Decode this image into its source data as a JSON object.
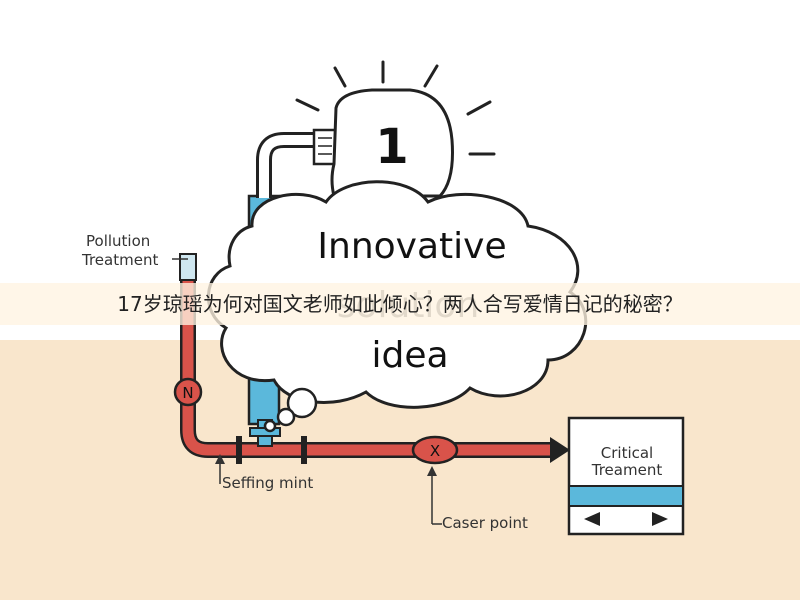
{
  "headline": "17岁琼瑶为何对国文老师如此倾心？两人合写爱情日记的秘密？",
  "diagram": {
    "bulb_number": "1",
    "cloud_line1": "Innovative",
    "cloud_line2": "solution",
    "cloud_line3": "idea",
    "label_pollution_1": "Pollution",
    "label_pollution_2": "Treatment",
    "label_setting_point": "Seffing mint",
    "label_caser_point": "Caser point",
    "box_line1": "Critical",
    "box_line2": "Treament",
    "valve_n": "N",
    "valve_x": "X"
  },
  "colors": {
    "pipe_red": "#d9534a",
    "pipe_blue": "#5bb8db",
    "outline": "#222222",
    "bottom_bg": "#f9e6cc"
  }
}
